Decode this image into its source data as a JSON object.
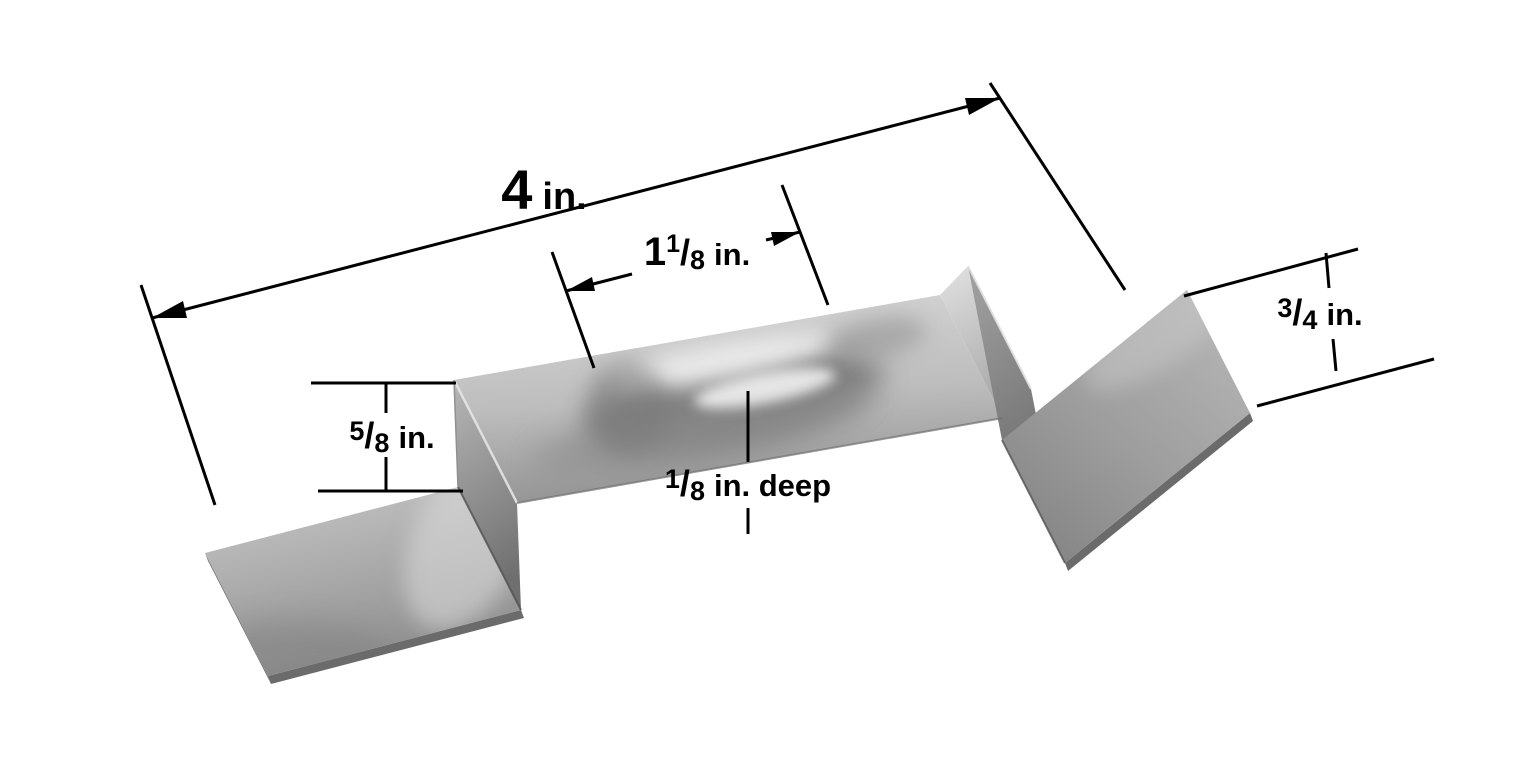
{
  "diagram": {
    "background_color": "#ffffff",
    "dimension_line_color": "#000000",
    "metal_color_light": "#d6d6d6",
    "metal_color_mid": "#a8a8a8",
    "metal_color_dark": "#6b6b6b",
    "slash": "/",
    "dimensions": {
      "overall_length": {
        "value": "4",
        "unit": "in."
      },
      "dimple_length": {
        "whole": "1",
        "numerator": "1",
        "denominator": "8",
        "unit": "in."
      },
      "flange_width": {
        "numerator": "3",
        "denominator": "4",
        "unit": "in."
      },
      "wall_height": {
        "numerator": "5",
        "denominator": "8",
        "unit": "in."
      },
      "dimple_depth": {
        "numerator": "1",
        "denominator": "8",
        "unit": "in. deep"
      }
    }
  }
}
